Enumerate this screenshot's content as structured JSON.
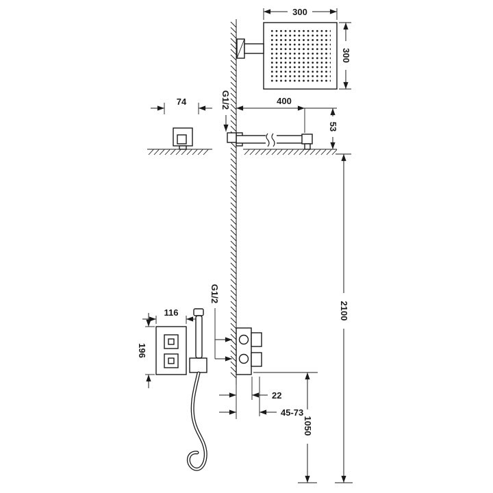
{
  "colors": {
    "line_color": "#1a1a1a",
    "background": "#ffffff"
  },
  "dimensions": {
    "head_width": "300",
    "head_depth": "300",
    "arm_length": "400",
    "arm_to_ceiling": "53",
    "outlet_width": "74",
    "thread_top": "G1/2",
    "thread_mixer": "G1/2",
    "installation_height": "2100",
    "panel_width": "116",
    "panel_height": "196",
    "valve_to_wall": "22",
    "recess_depth_range": "45-73",
    "mixer_height": "1050"
  }
}
